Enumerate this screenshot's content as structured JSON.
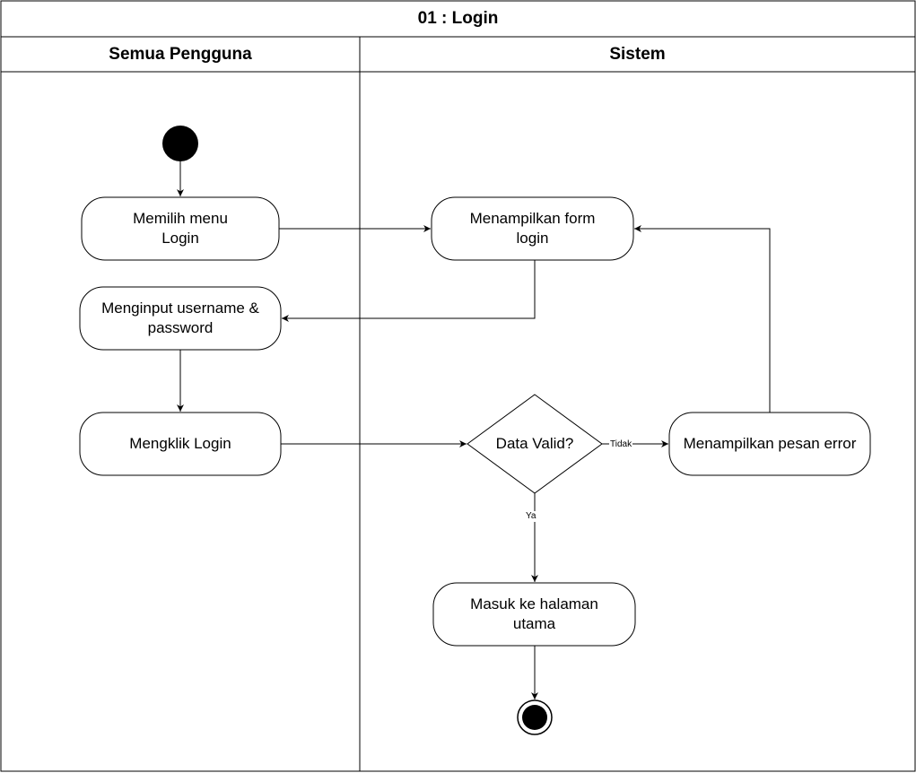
{
  "diagram": {
    "title": "01 : Login",
    "lanes": [
      {
        "id": "lane-user",
        "label": "Semua Pengguna"
      },
      {
        "id": "lane-system",
        "label": "Sistem"
      }
    ],
    "nodes": {
      "start": {
        "type": "initial"
      },
      "pilih_menu": {
        "type": "activity",
        "label": "Memilih menu Login"
      },
      "tampil_form": {
        "type": "activity",
        "label": "Menampilkan form login"
      },
      "input_cred": {
        "type": "activity",
        "label": "Menginput username & password"
      },
      "klik_login": {
        "type": "activity",
        "label": "Mengklik Login"
      },
      "valid": {
        "type": "decision",
        "label": "Data Valid?"
      },
      "pesan_error": {
        "type": "activity",
        "label": "Menampilkan pesan error"
      },
      "halaman_utama": {
        "type": "activity",
        "label": "Masuk ke halaman utama"
      },
      "end": {
        "type": "final"
      }
    },
    "edges": [
      {
        "from": "start",
        "to": "pilih_menu",
        "label": ""
      },
      {
        "from": "pilih_menu",
        "to": "tampil_form",
        "label": ""
      },
      {
        "from": "tampil_form",
        "to": "input_cred",
        "label": ""
      },
      {
        "from": "input_cred",
        "to": "klik_login",
        "label": ""
      },
      {
        "from": "klik_login",
        "to": "valid",
        "label": ""
      },
      {
        "from": "valid",
        "to": "pesan_error",
        "label": "Tidak"
      },
      {
        "from": "pesan_error",
        "to": "tampil_form",
        "label": ""
      },
      {
        "from": "valid",
        "to": "halaman_utama",
        "label": "Ya"
      },
      {
        "from": "halaman_utama",
        "to": "end",
        "label": ""
      }
    ]
  }
}
